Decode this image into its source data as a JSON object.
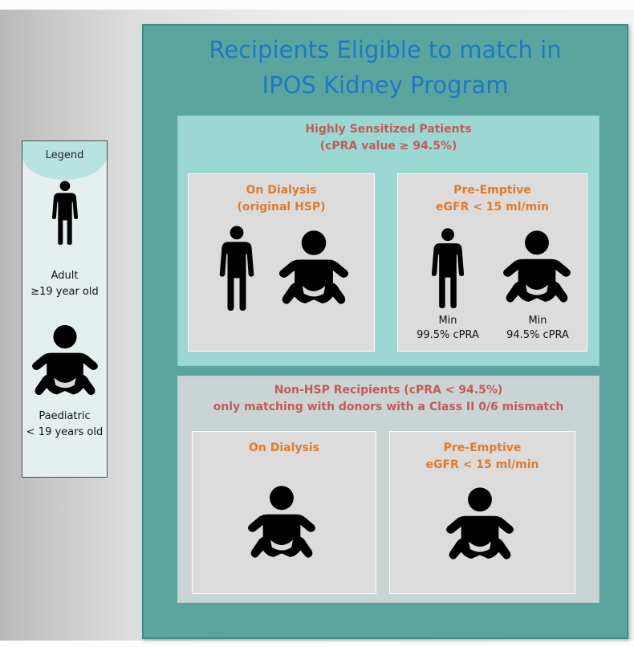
{
  "legend": {
    "title": "Legend",
    "adult_line1": "Adult",
    "adult_line2": "≥19 year old",
    "paediatric_line1": "Paediatric",
    "paediatric_line2": "< 19 years old"
  },
  "title_line1": "Recipients Eligible to match in",
  "title_line2": "IPOS Kidney Program",
  "hsp": {
    "title_line1": "Highly Sensitized Patients",
    "title_line2": "(cPRA value ≥ 94.5%)",
    "dialysis": {
      "title_line1": "On Dialysis",
      "title_line2": "(original HSP)"
    },
    "preemptive": {
      "title_line1": "Pre-Emptive",
      "title_line2": "eGFR < 15 ml/min",
      "adult_cap1": "Min",
      "adult_cap2": "99.5% cPRA",
      "child_cap1": "Min",
      "child_cap2": "94.5% cPRA"
    }
  },
  "non_hsp": {
    "title_line1": "Non-HSP Recipients (cPRA < 94.5%)",
    "title_line2": "only matching with donors with a Class II 0/6 mismatch",
    "dialysis": {
      "title": "On Dialysis"
    },
    "preemptive": {
      "title_line1": "Pre-Emptive",
      "title_line2": "eGFR < 15 ml/min"
    }
  },
  "colors": {
    "panel": "#5aa69f",
    "hsp_panel": "#9bd8d2",
    "title_blue": "#1f77c8",
    "heading_red": "#c35a5a",
    "heading_orange": "#e37a2a",
    "icon": "#000000"
  },
  "icons": {
    "adult": "adult-person-icon",
    "paediatric": "baby-icon"
  }
}
